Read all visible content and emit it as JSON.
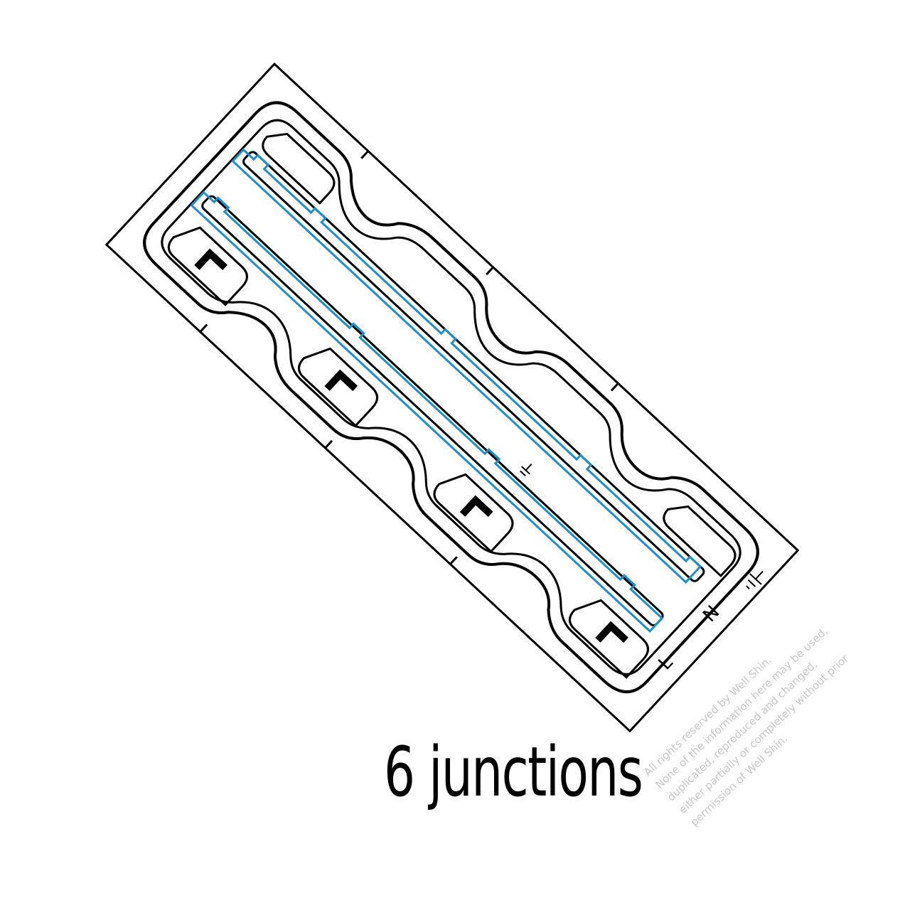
{
  "caption": "6 junctions",
  "terminal_labels": {
    "neutral": "N",
    "line": "L",
    "earth_symbol": "earth-ground-symbol"
  },
  "watermark": [
    "All rights reserved by Well Shin.",
    "None of the information here may be used,",
    "duplicated, reproduced and changed,",
    "either partially or completely without prior",
    "permission of Well Shin."
  ],
  "colors": {
    "outline": "#000000",
    "conductor": "#1a8fd0",
    "watermark": "#c8c8c8"
  }
}
